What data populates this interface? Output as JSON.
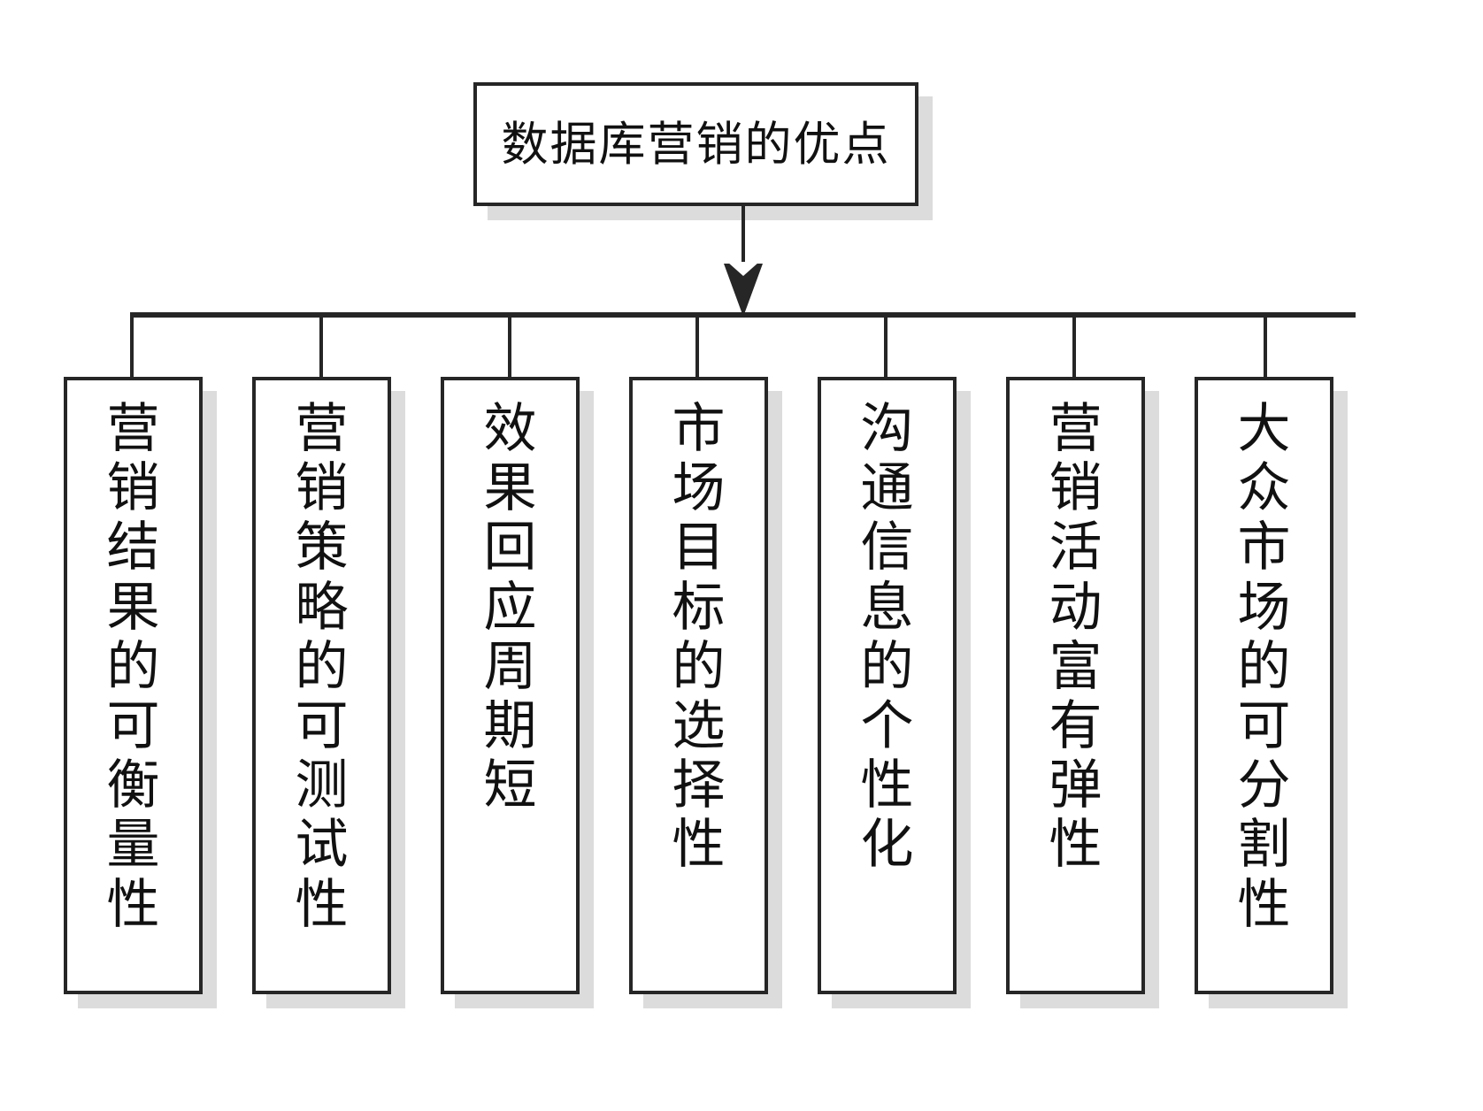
{
  "diagram": {
    "title": "数据库营销的优点",
    "root": {
      "label": "数据库营销的优点"
    },
    "connector": {
      "style": "orthogonal-bus-with-arrow",
      "arrow_icon": "down-arrow-icon"
    },
    "nodes": [
      {
        "id": "node-1",
        "label": "营销结果的可衡量性",
        "chars": [
          "营",
          "销",
          "结",
          "果",
          "的",
          "可",
          "衡",
          "量",
          "性"
        ]
      },
      {
        "id": "node-2",
        "label": "营销策略的可测试性",
        "chars": [
          "营",
          "销",
          "策",
          "略",
          "的",
          "可",
          "测",
          "试",
          "性"
        ]
      },
      {
        "id": "node-3",
        "label": "效果回应周期短",
        "chars": [
          "效",
          "果",
          "回",
          "应",
          "周",
          "期",
          "短"
        ]
      },
      {
        "id": "node-4",
        "label": "市场目标的选择性",
        "chars": [
          "市",
          "场",
          "目",
          "标",
          "的",
          "选",
          "择",
          "性"
        ]
      },
      {
        "id": "node-5",
        "label": "沟通信息的个性化",
        "chars": [
          "沟",
          "通",
          "信",
          "息",
          "的",
          "个",
          "性",
          "化"
        ]
      },
      {
        "id": "node-6",
        "label": "营销活动富有弹性",
        "chars": [
          "营",
          "销",
          "活",
          "动",
          "富",
          "有",
          "弹",
          "性"
        ]
      },
      {
        "id": "node-7",
        "label": "大众市场的可分割性",
        "chars": [
          "大",
          "众",
          "市",
          "场",
          "的",
          "可",
          "分",
          "割",
          "性"
        ]
      }
    ],
    "colors": {
      "background": "#ffffff",
      "border": "#262626",
      "shadow": "#dcdcdc",
      "text": "#111111"
    }
  }
}
